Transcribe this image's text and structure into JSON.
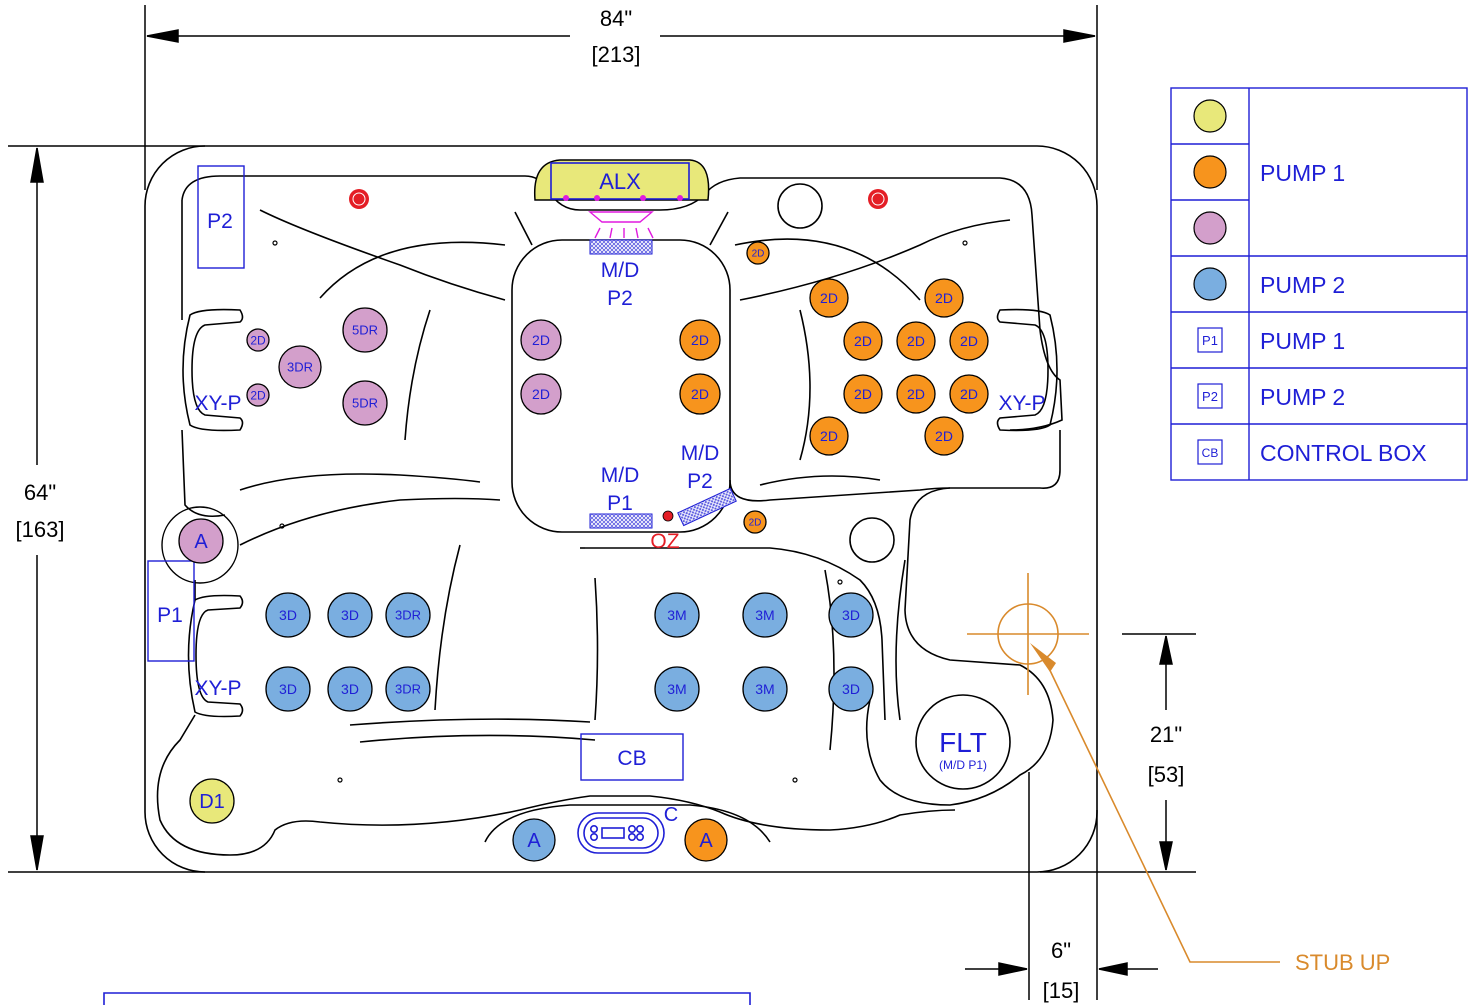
{
  "dimensions": {
    "width": {
      "in": "84\"",
      "cm": "[213]"
    },
    "height": {
      "in": "64\"",
      "cm": "[163]"
    },
    "stub_offset": {
      "in": "21\"",
      "cm": "[53]"
    },
    "stub_side": {
      "in": "6\"",
      "cm": "[15]"
    }
  },
  "legend": {
    "pump1": "PUMP 1",
    "pump2": "PUMP 2",
    "p1_symbol": "P1",
    "p1_label": "PUMP 1",
    "p2_symbol": "P2",
    "p2_label": "PUMP 2",
    "cb_symbol": "CB",
    "cb_label": "CONTROL BOX"
  },
  "colors": {
    "yellow": "#e8e87a",
    "orange": "#f7941d",
    "purple": "#d39fcb",
    "blue": "#7aaee0",
    "label_blue": "#1f1fd6",
    "red": "#e41e26",
    "stub": "#d98a2c",
    "magenta": "#e01adf"
  },
  "labels": {
    "alx": "ALX",
    "md_p2_top_1": "M/D",
    "md_p2_top_2": "P2",
    "md_p1_1": "M/D",
    "md_p1_2": "P1",
    "md_p2_bottom_1": "M/D",
    "md_p2_bottom_2": "P2",
    "oz": "OZ",
    "p2_box": "P2",
    "p1_box": "P1",
    "xyp_left_top": "XY-P",
    "xyp_left_bottom": "XY-P",
    "xyp_right": "XY-P",
    "cb_box": "CB",
    "flt": "FLT",
    "flt_sub": "(M/D P1)",
    "c": "C",
    "stub_up": "STUB UP"
  },
  "jets": {
    "j_2d_top": "2D",
    "j_2d_mid": "2D",
    "j_l_2d_a": "2D",
    "j_l_2d_b": "2D",
    "j_l_3dr": "3DR",
    "j_l_5dr_a": "5DR",
    "j_l_5dr_b": "5DR",
    "j_c_2d_pa": "2D",
    "j_c_2d_pb": "2D",
    "j_c_2d_oa": "2D",
    "j_c_2d_ob": "2D",
    "j_r_1": "2D",
    "j_r_2": "2D",
    "j_r_3": "2D",
    "j_r_4": "2D",
    "j_r_5": "2D",
    "j_r_6": "2D",
    "j_r_7": "2D",
    "j_r_8": "2D",
    "j_r_9": "2D",
    "j_r_10": "2D",
    "j_a_purple": "A",
    "j_b_3d_1": "3D",
    "j_b_3d_2": "3D",
    "j_b_3dr_1": "3DR",
    "j_b_3d_3": "3D",
    "j_b_3d_4": "3D",
    "j_b_3dr_2": "3DR",
    "j_b_3m_1": "3M",
    "j_b_3m_2": "3M",
    "j_b_3m_3": "3M",
    "j_b_3m_4": "3M",
    "j_b_3d_5": "3D",
    "j_b_3d_6": "3D",
    "j_d1": "D1",
    "j_a_blue": "A",
    "j_a_orange": "A"
  }
}
